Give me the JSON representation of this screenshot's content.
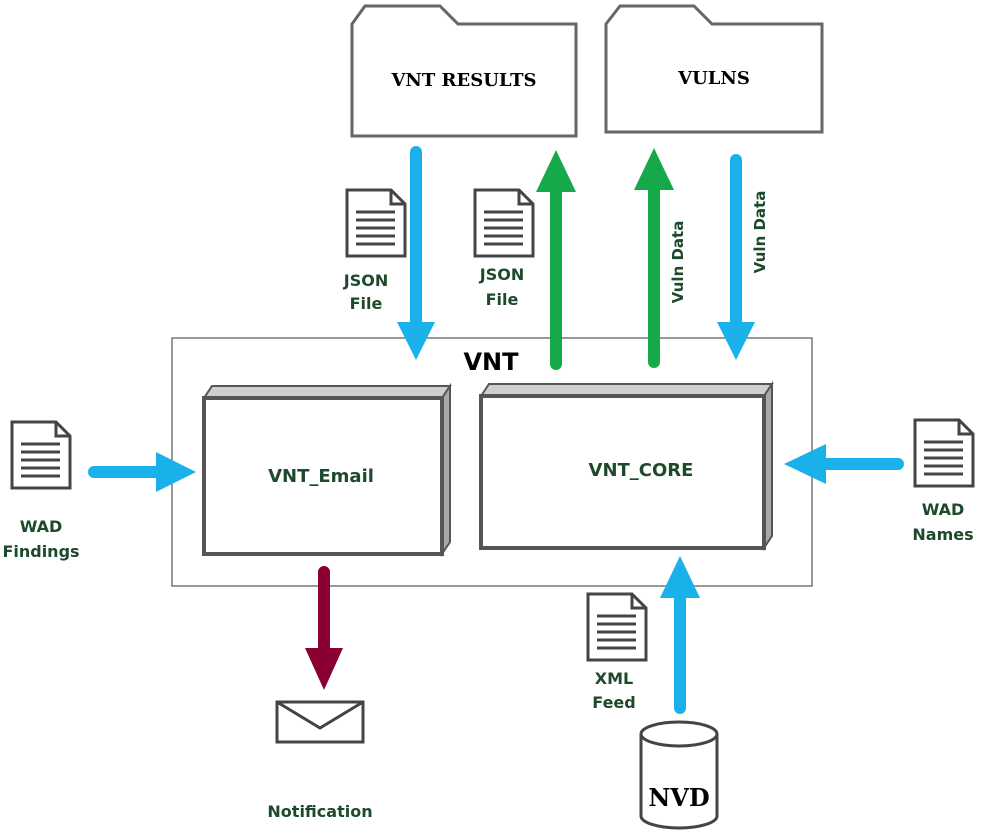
{
  "colors": {
    "blue_arrow": "#1ab0ea",
    "green_arrow": "#16a94a",
    "maroon_arrow": "#8a0033",
    "label_green": "#1c4a2a",
    "box_stroke": "#555555",
    "box_side": "#a8a8a8"
  },
  "folders": {
    "vnt_results": "VNT RESULTS",
    "vulns": "VULNS"
  },
  "container": {
    "title": "VNT"
  },
  "components": {
    "vnt_email": "VNT_Email",
    "vnt_core": "VNT_CORE"
  },
  "labels": {
    "json_file_in_line1": "JSON",
    "json_file_in_line2": "File",
    "json_file_out_line1": "JSON",
    "json_file_out_line2": "File",
    "vuln_data_up": "Vuln Data",
    "vuln_data_down": "Vuln Data",
    "wad_findings_line1": "WAD",
    "wad_findings_line2": "Findings",
    "wad_names_line1": "WAD",
    "wad_names_line2": "Names",
    "xml_feed_line1": "XML",
    "xml_feed_line2": "Feed",
    "notification": "Notification",
    "nvd": "NVD"
  },
  "icons": {
    "document": "document-icon",
    "folder": "folder-icon",
    "envelope": "envelope-icon",
    "database": "database-icon"
  }
}
